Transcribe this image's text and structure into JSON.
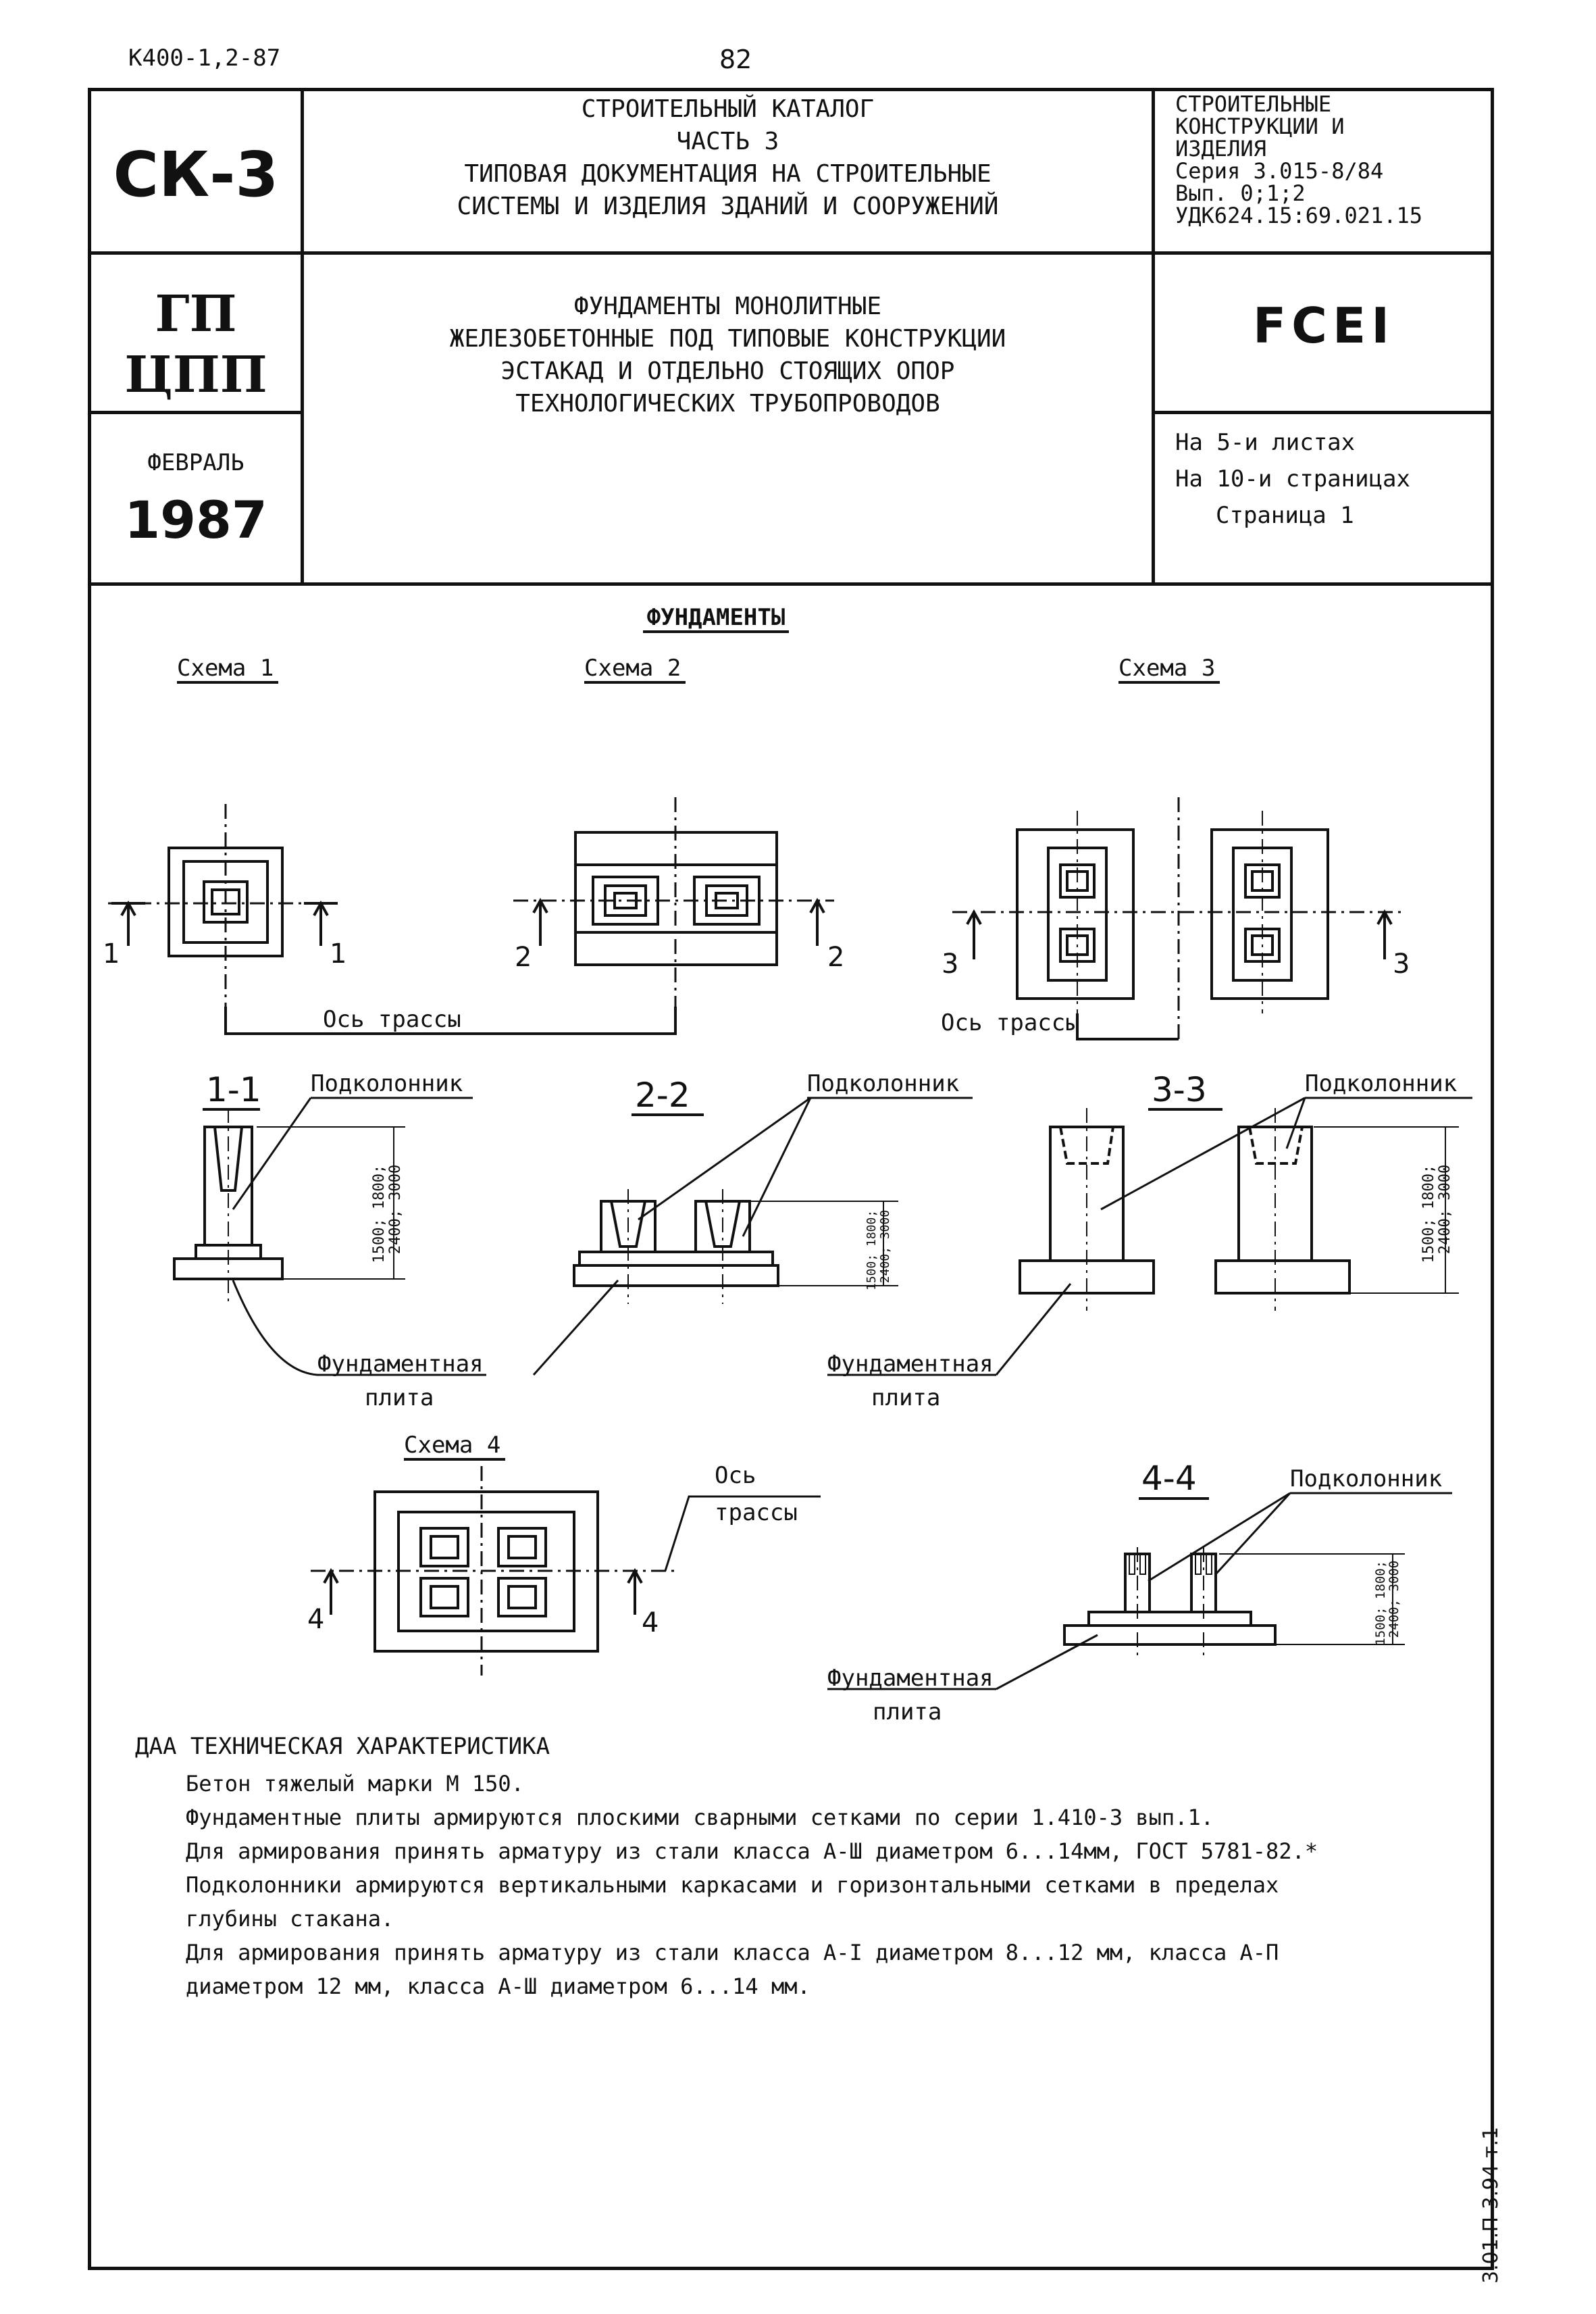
{
  "page_header": {
    "doc_code": "К400-1,2-87",
    "page_number": "82"
  },
  "title_block": {
    "code": "СК-3",
    "catalog_lines": [
      "СТРОИТЕЛЬНЫЙ КАТАЛОГ",
      "ЧАСТЬ 3",
      "ТИПОВАЯ ДОКУМЕНТАЦИЯ НА СТРОИТЕЛЬНЫЕ",
      "СИСТЕМЫ И ИЗДЕЛИЯ ЗДАНИЙ И СООРУЖЕНИЙ"
    ],
    "series_lines": [
      "СТРОИТЕЛЬНЫЕ",
      "КОНСТРУКЦИИ И",
      "ИЗДЕЛИЯ",
      "Серия 3.015-8/84",
      "Вып. 0;1;2",
      "УДК624.15:69.021.15"
    ],
    "org_line1": "ГП",
    "org_line2": "ЦПП",
    "product_lines": [
      "ФУНДАМЕНТЫ МОНОЛИТНЫЕ",
      "ЖЕЛЕЗОБЕТОННЫЕ ПОД ТИПОВЫЕ КОНСТРУКЦИИ",
      "ЭСТАКАД И ОТДЕЛЬНО СТОЯЩИХ ОПОР",
      "ТЕХНОЛОГИЧЕСКИХ ТРУБОПРОВОДОВ"
    ],
    "classification_code": "FCEI",
    "month": "ФЕВРАЛЬ",
    "year": "1987",
    "sheets_lines": [
      "На 5-и листах",
      "На 10-и страницах",
      "Страница 1"
    ]
  },
  "diagrams": {
    "section_title": "ФУНДАМЕНТЫ",
    "scheme1_title": "Схема 1",
    "scheme2_title": "Схема 2",
    "scheme3_title": "Схема 3",
    "scheme4_title": "Схема 4",
    "axis_label": "Ось трассы",
    "axis_label_line1": "Ось",
    "axis_label_line2": "трассы",
    "cut_1": "1",
    "cut_2": "2",
    "cut_3": "3",
    "cut_4": "4",
    "section_1": "1-1",
    "section_2": "2-2",
    "section_3": "3-3",
    "section_4": "4-4",
    "podkolonnik_label": "Подколонник",
    "plate_label_line1": "Фундаментная",
    "plate_label_line2": "плита",
    "dim_line1": "1500; 1800;",
    "dim_line2": "2400; 3000"
  },
  "specs": {
    "heading": "ДАА ТЕХНИЧЕСКАЯ ХАРАКТЕРИСТИКА",
    "lines": [
      "Бетон тяжелый марки М 150.",
      "Фундаментные плиты армируются плоскими сварными сетками по серии 1.410-3 вып.1.",
      "Для армирования принять арматуру из стали класса А-Ш диаметром 6...14мм, ГОСТ 5781-82.*",
      "Подколонники армируются вертикальными каркасами и горизонтальными сетками в пределах",
      "глубины стакана.",
      "Для армирования принять арматуру из стали класса А-I диаметром 8...12 мм, класса А-П",
      "диаметром 12 мм, класса А-Ш диаметром 6...14 мм."
    ]
  },
  "margin_code": "3.01.П-3.94 т.1"
}
